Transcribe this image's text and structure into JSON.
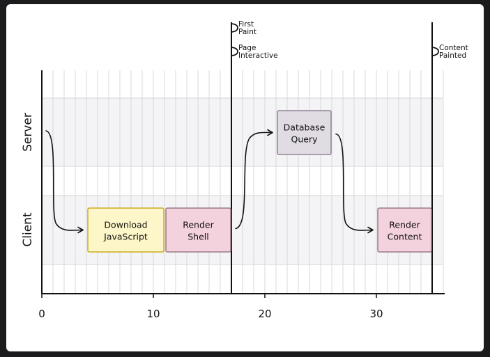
{
  "axis": {
    "tick_labels": [
      "0",
      "10",
      "20",
      "30"
    ],
    "tick_values": [
      0,
      10,
      20,
      30
    ],
    "x_max": 36
  },
  "lanes": [
    {
      "id": "server",
      "label": "Server"
    },
    {
      "id": "client",
      "label": "Client"
    }
  ],
  "tasks": [
    {
      "id": "download-javascript",
      "lane": "client",
      "start": 4,
      "end": 11,
      "lines": [
        "Download",
        "JavaScript"
      ],
      "fill": "#fdf6c8",
      "stroke": "#c9ad1e"
    },
    {
      "id": "render-shell",
      "lane": "client",
      "start": 11,
      "end": 17,
      "lines": [
        "Render",
        "Shell"
      ],
      "fill": "#f3d1dd",
      "stroke": "#9a7a86"
    },
    {
      "id": "database-query",
      "lane": "server",
      "start": 21,
      "end": 26,
      "lines": [
        "Database",
        "Query"
      ],
      "fill": "#e1dbe4",
      "stroke": "#8e8394"
    },
    {
      "id": "render-content",
      "lane": "client",
      "start": 30,
      "end": 35,
      "lines": [
        "Render",
        "Content"
      ],
      "fill": "#f3d1dd",
      "stroke": "#9a7a86"
    }
  ],
  "milestones": [
    {
      "id": "first-paint",
      "x": 17,
      "flags": [
        {
          "lines": [
            "First",
            "Paint"
          ]
        },
        {
          "lines": [
            "Page",
            "Interactive"
          ]
        }
      ]
    },
    {
      "id": "content-painted",
      "x": 35,
      "flags": [
        {
          "lines": [
            "Content",
            "Painted"
          ]
        }
      ]
    }
  ],
  "arrows": [
    {
      "id": "server-to-download",
      "from": "server",
      "to": "download-javascript"
    },
    {
      "id": "shell-to-query",
      "from": "render-shell",
      "to": "database-query"
    },
    {
      "id": "query-to-content",
      "from": "database-query",
      "to": "render-content"
    }
  ],
  "colors": {
    "ink": "#111111",
    "grid": "#d9d9d9",
    "lane_band": "#f4f4f6",
    "lane_border": "#d4d4d4"
  }
}
